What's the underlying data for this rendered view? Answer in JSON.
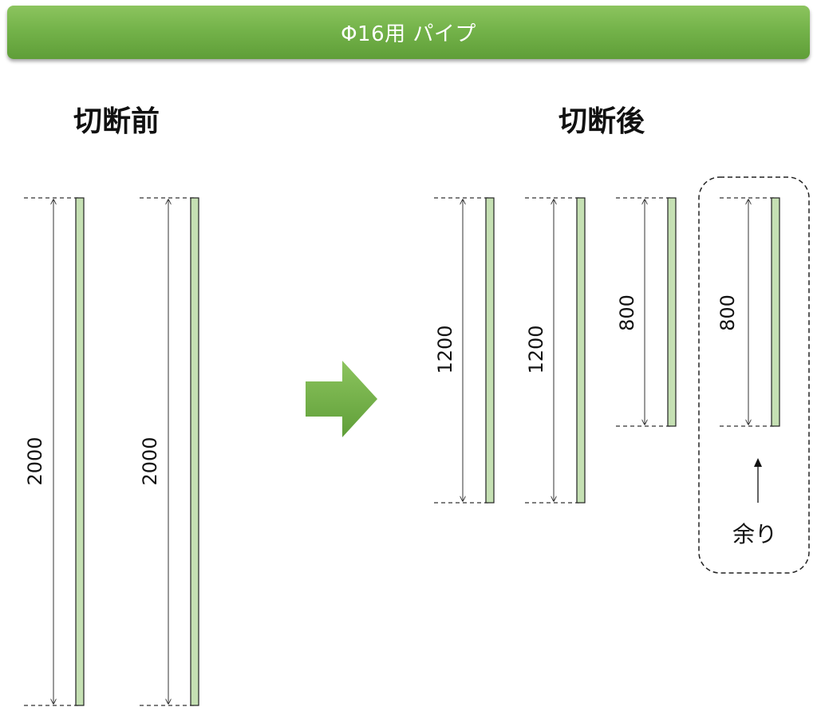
{
  "header": {
    "title": "Φ16用 パイプ"
  },
  "sections": {
    "before_title": "切断前",
    "after_title": "切断後"
  },
  "before_pipes": [
    {
      "length_label": "2000"
    },
    {
      "length_label": "2000"
    }
  ],
  "after_pipes": [
    {
      "length_label": "1200"
    },
    {
      "length_label": "1200"
    },
    {
      "length_label": "800"
    },
    {
      "length_label": "800"
    }
  ],
  "remainder": {
    "label": "余り"
  },
  "colors": {
    "banner": "#74b34a",
    "pipe_fill": "#c5e0b3",
    "arrow": "#6aac43",
    "line": "#333333"
  }
}
